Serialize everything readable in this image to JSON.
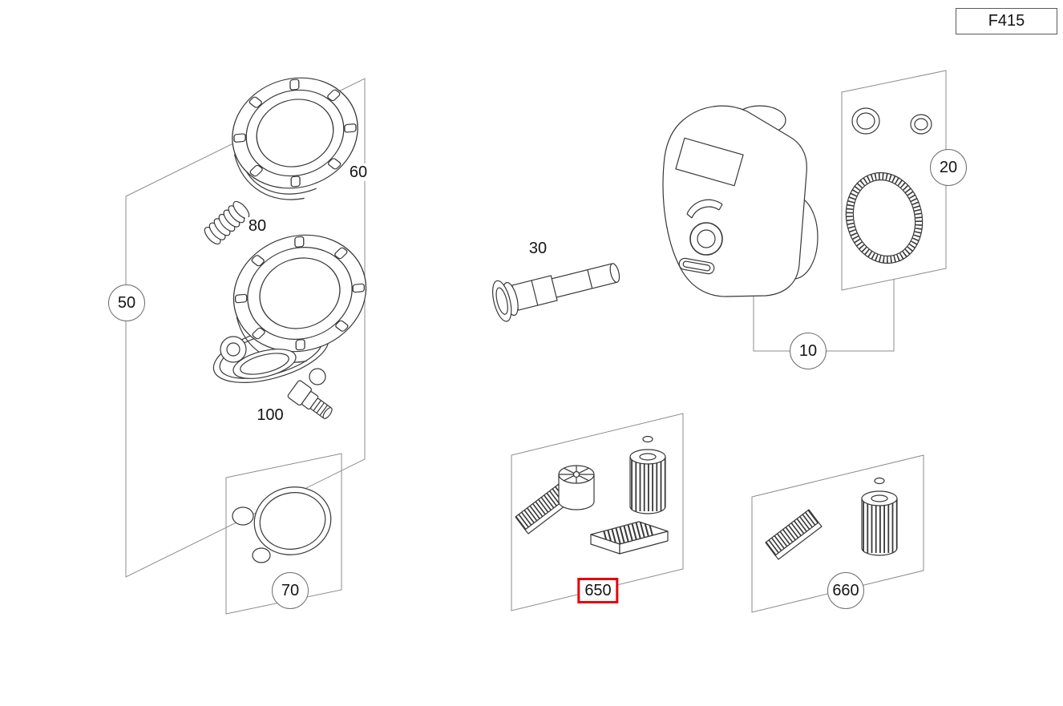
{
  "page": {
    "code": "F415"
  },
  "callouts": {
    "c10": "10",
    "c20": "20",
    "c30": "30",
    "c50": "50",
    "c60": "60",
    "c70": "70",
    "c80": "80",
    "c100": "100",
    "c650": "650",
    "c660": "660"
  },
  "selection": {
    "highlighted_callout": "650",
    "highlight_color": "#e8000b"
  },
  "colors": {
    "part_line": "#383838",
    "group_line": "#8d8d8d",
    "background": "#ffffff"
  },
  "artwork_items": [
    {
      "callout": "60",
      "depicts": "filter-housing-cap"
    },
    {
      "callout": "80",
      "depicts": "coil-spring"
    },
    {
      "callout": "50",
      "depicts": "filter-housing-with-cap-assembly"
    },
    {
      "callout": "100",
      "depicts": "sensor"
    },
    {
      "callout": "70",
      "depicts": "gasket-and-o-ring-set"
    },
    {
      "callout": "30",
      "depicts": "fastening-bolt"
    },
    {
      "callout": "10",
      "depicts": "oil-filter-housing-body"
    },
    {
      "callout": "20",
      "depicts": "seal-ring-set"
    },
    {
      "callout": "650",
      "depicts": "filter-service-kit"
    },
    {
      "callout": "660",
      "depicts": "filter-kit"
    }
  ]
}
